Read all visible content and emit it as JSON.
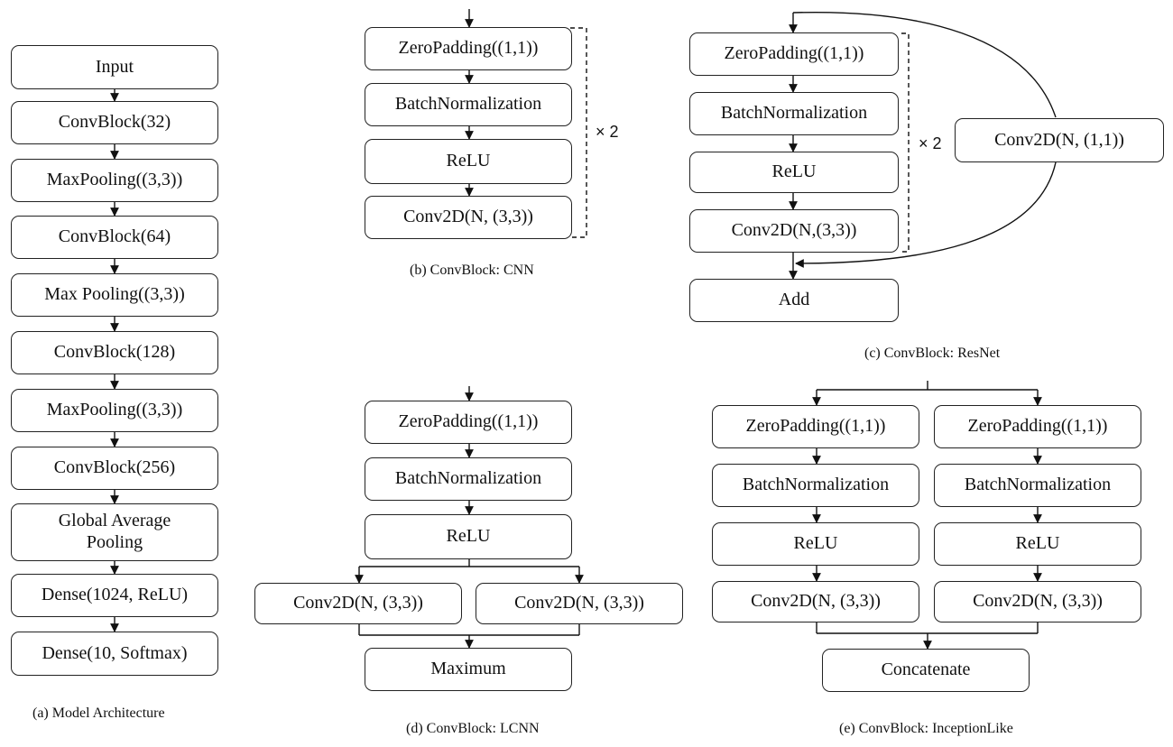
{
  "model": {
    "boxes": [
      "Input",
      "ConvBlock(32)",
      "MaxPooling((3,3))",
      "ConvBlock(64)",
      "Max Pooling((3,3))",
      "ConvBlock(128)",
      "MaxPooling((3,3))",
      "ConvBlock(256)",
      "Global Average Pooling",
      "Dense(1024, ReLU)",
      "Dense(10, Softmax)"
    ],
    "caption": "(a) Model Architecture"
  },
  "cnn": {
    "boxes": [
      "ZeroPadding((1,1))",
      "BatchNormalization",
      "ReLU",
      "Conv2D(N, (3,3))"
    ],
    "repeat": "× 2",
    "caption": "(b) ConvBlock: CNN"
  },
  "resnet": {
    "boxes": [
      "ZeroPadding((1,1))",
      "BatchNormalization",
      "ReLU",
      "Conv2D(N,(3,3))",
      "Add"
    ],
    "shortcut": "Conv2D(N, (1,1))",
    "repeat": "× 2",
    "caption": "(c) ConvBlock: ResNet"
  },
  "lcnn": {
    "boxes": [
      "ZeroPadding((1,1))",
      "BatchNormalization",
      "ReLU"
    ],
    "branch_left": "Conv2D(N, (3,3))",
    "branch_right": "Conv2D(N, (3,3))",
    "merge": "Maximum",
    "caption": "(d) ConvBlock: LCNN"
  },
  "inception": {
    "left": [
      "ZeroPadding((1,1))",
      "BatchNormalization",
      "ReLU",
      "Conv2D(N, (3,3))"
    ],
    "right": [
      "ZeroPadding((1,1))",
      "BatchNormalization",
      "ReLU",
      "Conv2D(N, (3,3))"
    ],
    "merge": "Concatenate",
    "caption": "(e) ConvBlock: InceptionLike"
  }
}
